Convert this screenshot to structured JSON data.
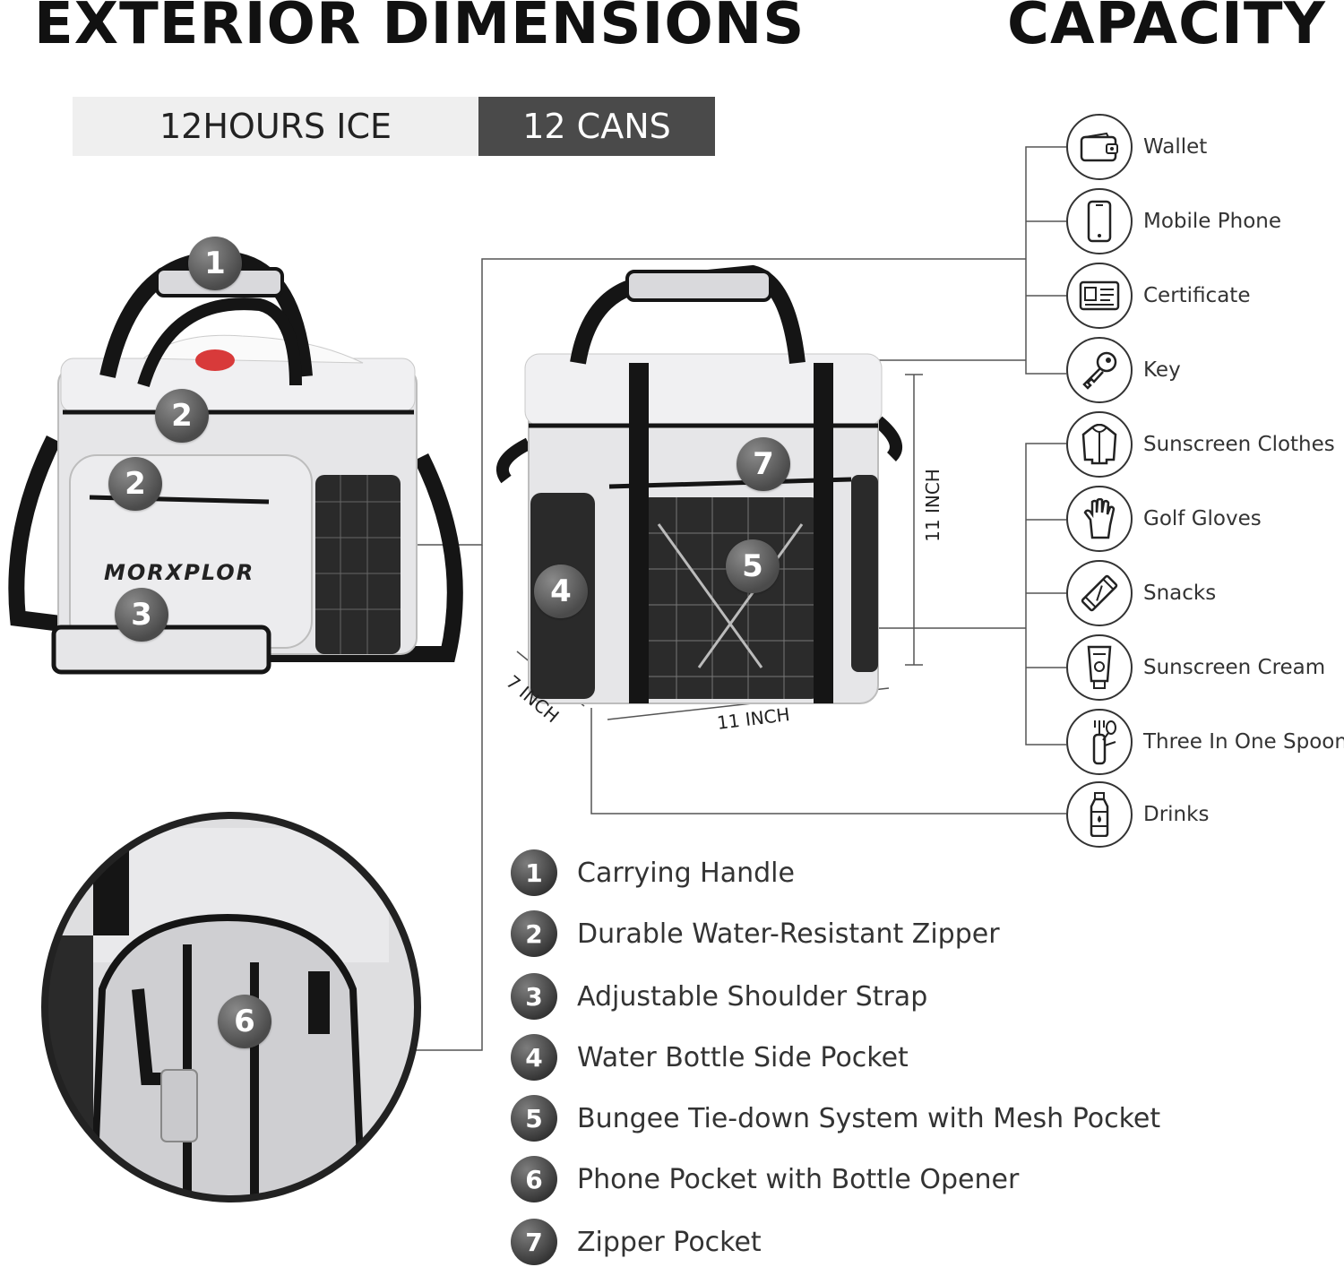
{
  "headings": {
    "exterior": "EXTERIOR DIMENSIONS",
    "capacity": "CAPACITY"
  },
  "specs": {
    "ice": "12HOURS ICE",
    "cans": "12 CANS"
  },
  "product": {
    "brand": "MORXPLOR",
    "colors": {
      "body": "#e6e6e8",
      "strap": "#151515",
      "mesh": "#2a2a2a",
      "badge": "#5a5a5a"
    }
  },
  "callouts": [
    "1",
    "2",
    "2",
    "3",
    "4",
    "5",
    "7",
    "6"
  ],
  "dimensions": {
    "height": "11 INCH",
    "width": "11 INCH",
    "depth": "7 INCH"
  },
  "capacity": [
    {
      "icon": "wallet-icon",
      "label": "Wallet"
    },
    {
      "icon": "mobile-phone-icon",
      "label": "Mobile Phone"
    },
    {
      "icon": "certificate-icon",
      "label": "Certificate"
    },
    {
      "icon": "key-icon",
      "label": "Key"
    },
    {
      "icon": "jacket-icon",
      "label": "Sunscreen Clothes"
    },
    {
      "icon": "glove-icon",
      "label": "Golf Gloves"
    },
    {
      "icon": "snack-bar-icon",
      "label": "Snacks"
    },
    {
      "icon": "sunscreen-tube-icon",
      "label": "Sunscreen Cream"
    },
    {
      "icon": "multi-tool-icon",
      "label": "Three In One Spoon"
    },
    {
      "icon": "bottle-icon",
      "label": "Drinks"
    }
  ],
  "features": [
    {
      "num": "1",
      "label": "Carrying Handle"
    },
    {
      "num": "2",
      "label": "Durable Water-Resistant Zipper"
    },
    {
      "num": "3",
      "label": "Adjustable Shoulder Strap"
    },
    {
      "num": "4",
      "label": "Water Bottle Side Pocket"
    },
    {
      "num": "5",
      "label": "Bungee Tie-down System with Mesh Pocket"
    },
    {
      "num": "6",
      "label": "Phone Pocket with Bottle Opener"
    },
    {
      "num": "7",
      "label": "Zipper Pocket"
    }
  ]
}
